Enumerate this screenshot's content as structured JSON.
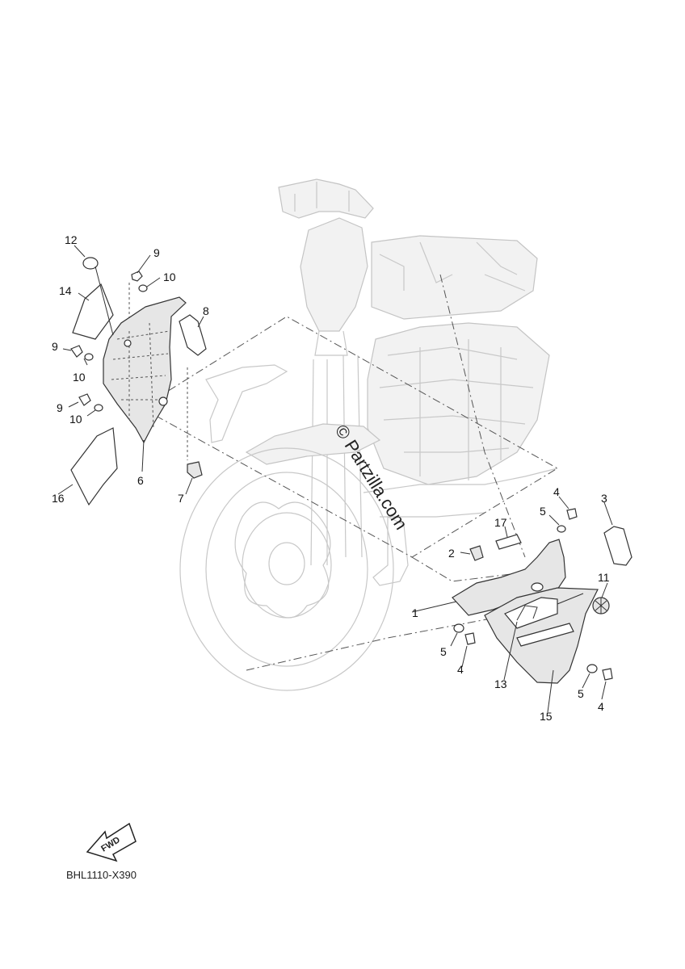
{
  "watermark": "© Partzilla.com",
  "diagram_code": "BHL1110-X390",
  "fwd_label": "FWD",
  "callouts": {
    "c1": "1",
    "c2": "2",
    "c3": "3",
    "c4a": "4",
    "c4b": "4",
    "c4c": "4",
    "c5a": "5",
    "c5b": "5",
    "c5c": "5",
    "c6": "6",
    "c7": "7",
    "c8": "8",
    "c9a": "9",
    "c9b": "9",
    "c9c": "9",
    "c10a": "10",
    "c10b": "10",
    "c10c": "10",
    "c11": "11",
    "c12": "12",
    "c13": "13",
    "c14": "14",
    "c15": "15",
    "c16": "16",
    "c17": "17"
  }
}
